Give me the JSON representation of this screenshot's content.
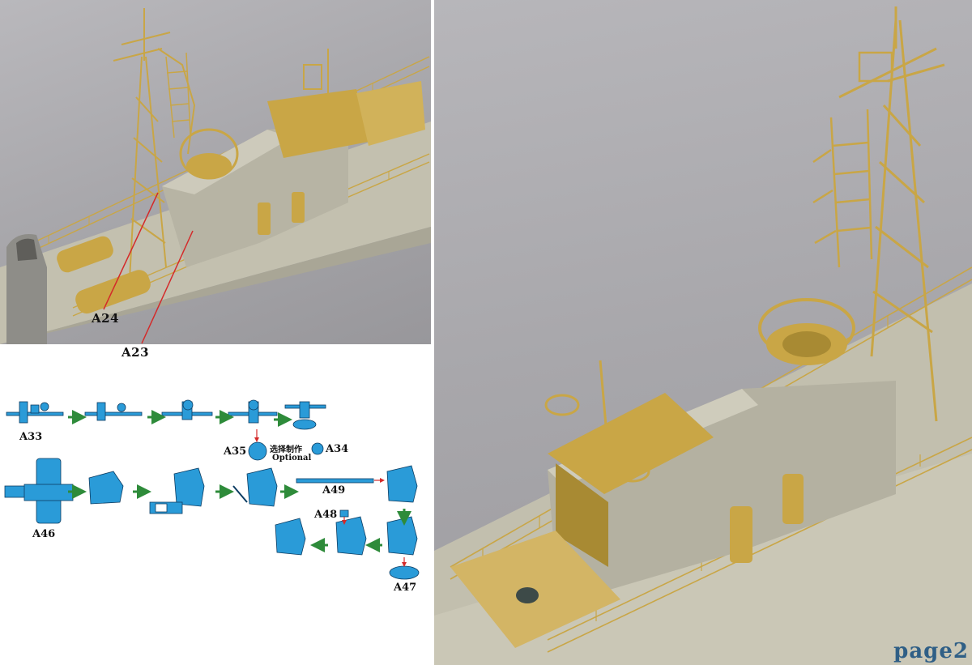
{
  "labels": {
    "a24": "A24",
    "a23": "A23",
    "a33": "A33",
    "a35": "A35",
    "a34": "A34",
    "optional_cn": "选择制作",
    "optional_en": "Optional",
    "a46": "A46",
    "a49": "A49",
    "a48": "A48",
    "a47": "A47"
  },
  "page_label": "page2",
  "colors": {
    "part_blue": "#2a9bd8",
    "arrow_green": "#2e8b3a",
    "pointer_red": "#d42a2a",
    "brass": "#c9a646",
    "hull_grey": "#bdbaa9",
    "page_label": "#2f5f86"
  }
}
